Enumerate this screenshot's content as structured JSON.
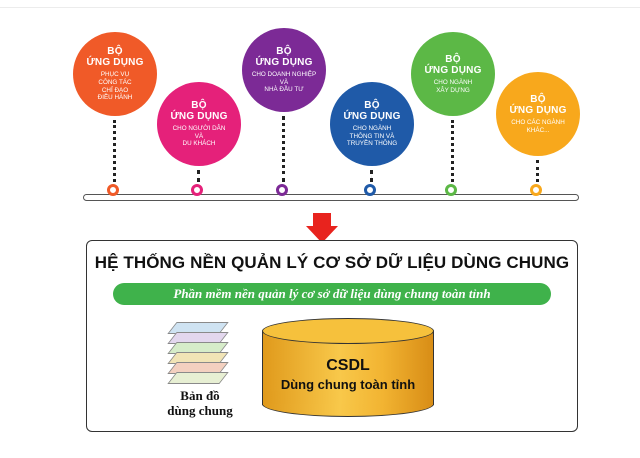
{
  "apps": [
    {
      "title": "BỘ\nỨNG DỤNG",
      "subtitle": "PHỤC VỤ\nCÔNG TÁC\nCHỈ ĐẠO\nĐIỀU HÀNH",
      "color": "#f05a28",
      "node_color": "#f05a28"
    },
    {
      "title": "BỘ\nỨNG DỤNG",
      "subtitle": "CHO NGƯỜI DÂN\nVÀ\nDU KHÁCH",
      "color": "#e5217a",
      "node_color": "#e5217a"
    },
    {
      "title": "BỘ\nỨNG DỤNG",
      "subtitle": "CHO DOANH NGHIỆP\nVÀ\nNHÀ ĐẦU TƯ",
      "color": "#7c2a96",
      "node_color": "#7c2a96"
    },
    {
      "title": "BỘ\nỨNG DỤNG",
      "subtitle": "CHO NGÀNH\nTHÔNG TIN VÀ\nTRUYỀN THÔNG",
      "color": "#1f5aa8",
      "node_color": "#1f5aa8"
    },
    {
      "title": "BỘ\nỨNG DỤNG",
      "subtitle": "CHO NGÀNH\nXÂY DỰNG",
      "color": "#5cb846",
      "node_color": "#5cb846"
    },
    {
      "title": "BỘ\nỨNG DỤNG",
      "subtitle": "CHO CÁC NGÀNH\nKHÁC...",
      "color": "#f8a81c",
      "node_color": "#f8a81c"
    }
  ],
  "system": {
    "title": "HỆ THỐNG NỀN QUẢN LÝ CƠ SỞ DỮ LIỆU DÙNG CHUNG",
    "banner": "Phần mềm nền quản lý cơ sở dữ liệu dùng chung toàn tỉnh",
    "map_label_line1": "Bản đồ",
    "map_label_line2": "dùng chung",
    "db_title": "CSDL",
    "db_subtitle": "Dùng chung toàn tỉnh"
  },
  "colors": {
    "arrow": "#e8231e",
    "banner": "#3fb24b",
    "cylinder": "#f6c13c"
  }
}
